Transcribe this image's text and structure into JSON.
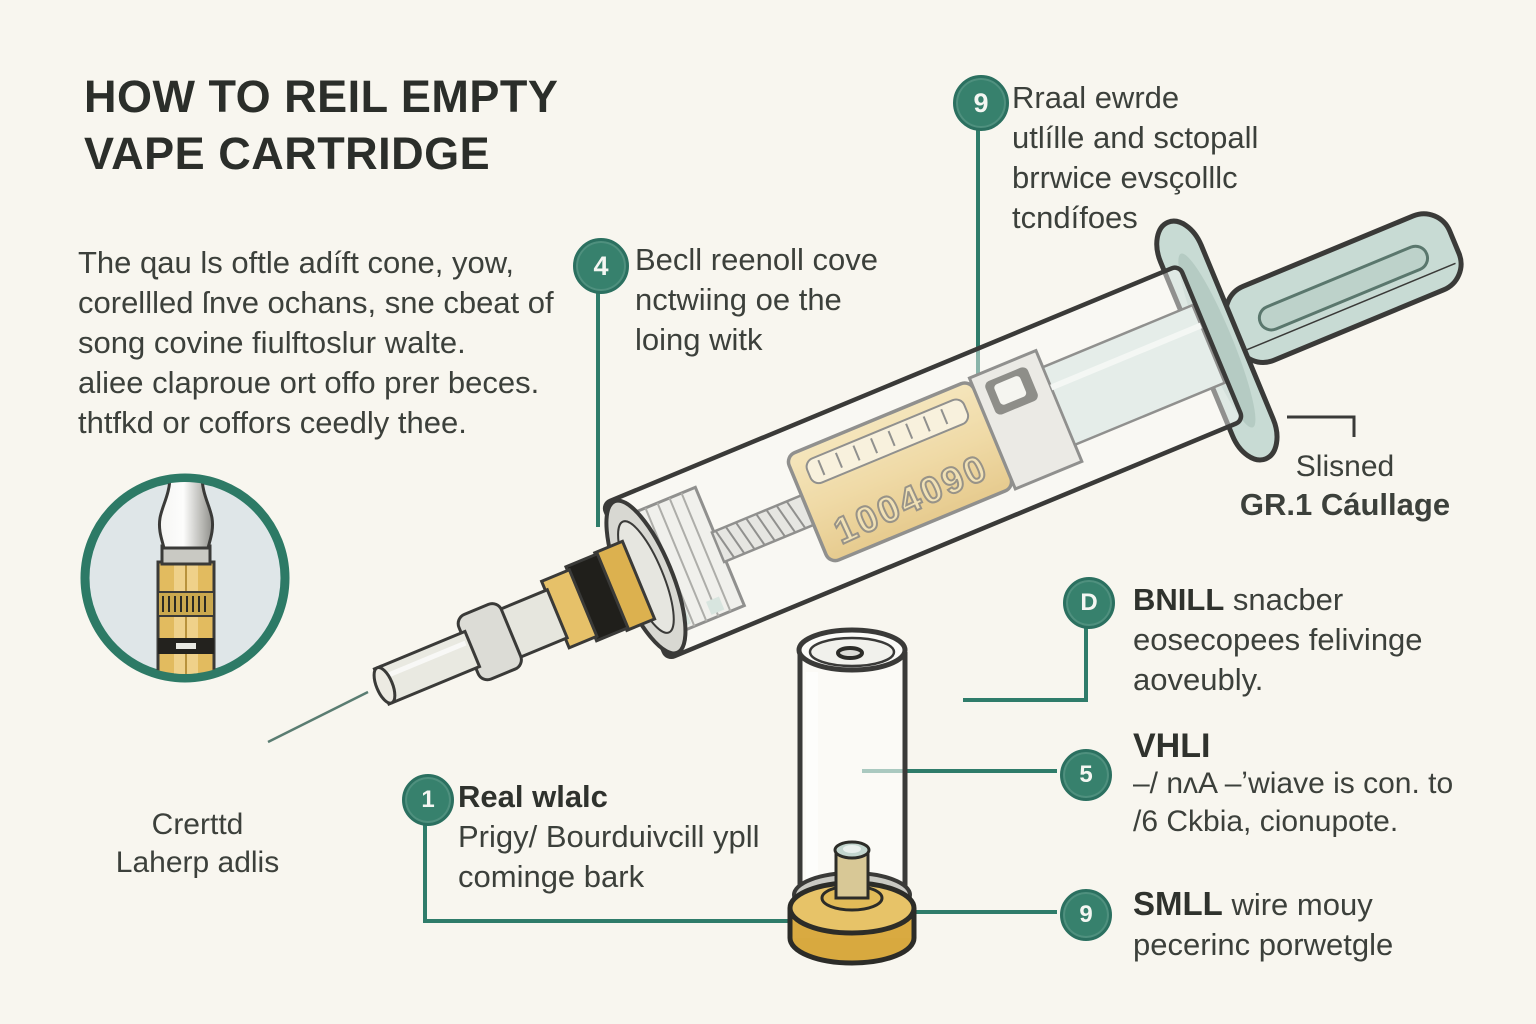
{
  "meta": {
    "background": "#f8f6ef",
    "accent_teal": "#35816d",
    "connector_teal": "#2f7c6a",
    "ink": "#33362f",
    "gold": "#e2b95e",
    "plunger_teal": "#c8dbd4"
  },
  "title": {
    "lines": [
      "HOW TO REIL EMPTY",
      "VAPE CARTRIDGE"
    ]
  },
  "intro": {
    "lines": [
      "The ɋau ls oftle adíft cone, yow,",
      "corellled ſnve ochans, sne cbeat of",
      "song covine fiulftoslur walte.",
      "aliee claproue ort offo prer beces.",
      "thtfkd or coffors ceedly thee."
    ]
  },
  "callout_4": {
    "badge": "4",
    "lines": [
      "Becll reenoll cove",
      "nctwiing oe the",
      "loing witk"
    ]
  },
  "callout_9_top": {
    "badge": "9",
    "lines": [
      "Rraal ewrde",
      "utlílle and sctopall",
      "brrwice evsçolllc",
      "tcndífoes"
    ]
  },
  "label_slisned": {
    "lines": [
      "Slisned",
      "GR.1 Cáullage"
    ]
  },
  "callout_bnill": {
    "badge": "D",
    "lead": "BNILL",
    "lead_rest": " snacber",
    "lines": [
      "eosecopees felivinge",
      "aoveubly."
    ]
  },
  "callout_vhli": {
    "badge": "5",
    "lead": "VHLI",
    "lines": [
      "–/ nᴧA –ʼwiave is con. to",
      "/6 Ckbia, cionupote."
    ]
  },
  "callout_smll": {
    "badge": "9",
    "lead": "SMLL",
    "lead_rest": "  wire mouy",
    "lines": [
      "pecerinc porwetgle"
    ]
  },
  "label_crerttd": {
    "lines": [
      "Crerttd",
      "Laherp adlis"
    ]
  },
  "callout_1": {
    "badge": "1",
    "lead": "Real wlalc",
    "lines": [
      "Prigy/ Bourduivcill ypll",
      "cominge bark"
    ]
  },
  "syringe": {
    "scale_number": "1004090"
  }
}
